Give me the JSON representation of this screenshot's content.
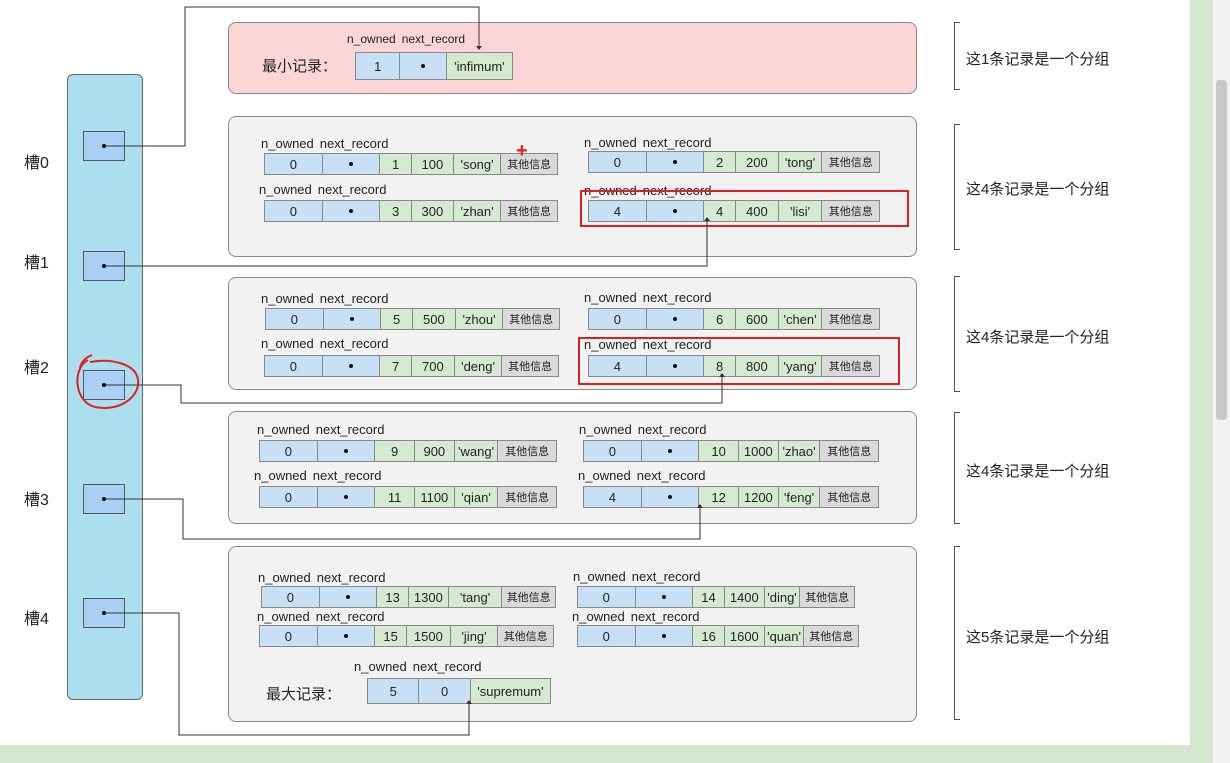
{
  "slots": [
    {
      "label": "槽0"
    },
    {
      "label": "槽1"
    },
    {
      "label": "槽2"
    },
    {
      "label": "槽3"
    },
    {
      "label": "槽4"
    }
  ],
  "field_labels": {
    "n_owned": "n_owned",
    "next_record": "next_record",
    "other_info": "其他信息"
  },
  "min_record": {
    "label": "最小记录：",
    "n_owned": "1",
    "name": "'infimum'"
  },
  "max_record": {
    "label": "最大记录：",
    "n_owned": "5",
    "next": "0",
    "name": "'supremum'"
  },
  "records": [
    {
      "n_owned": "0",
      "id": "1",
      "value": "100",
      "name": "'song'"
    },
    {
      "n_owned": "0",
      "id": "2",
      "value": "200",
      "name": "'tong'"
    },
    {
      "n_owned": "0",
      "id": "3",
      "value": "300",
      "name": "'zhan'"
    },
    {
      "n_owned": "4",
      "id": "4",
      "value": "400",
      "name": "'lisi'"
    },
    {
      "n_owned": "0",
      "id": "5",
      "value": "500",
      "name": "'zhou'"
    },
    {
      "n_owned": "0",
      "id": "6",
      "value": "600",
      "name": "'chen'"
    },
    {
      "n_owned": "0",
      "id": "7",
      "value": "700",
      "name": "'deng'"
    },
    {
      "n_owned": "4",
      "id": "8",
      "value": "800",
      "name": "'yang'"
    },
    {
      "n_owned": "0",
      "id": "9",
      "value": "900",
      "name": "'wang'"
    },
    {
      "n_owned": "0",
      "id": "10",
      "value": "1000",
      "name": "'zhao'"
    },
    {
      "n_owned": "0",
      "id": "11",
      "value": "1100",
      "name": "'qian'"
    },
    {
      "n_owned": "4",
      "id": "12",
      "value": "1200",
      "name": "'feng'"
    },
    {
      "n_owned": "0",
      "id": "13",
      "value": "1300",
      "name": "'tang'"
    },
    {
      "n_owned": "0",
      "id": "14",
      "value": "1400",
      "name": "'ding'"
    },
    {
      "n_owned": "0",
      "id": "15",
      "value": "1500",
      "name": "'jing'"
    },
    {
      "n_owned": "0",
      "id": "16",
      "value": "1600",
      "name": "'quan'"
    }
  ],
  "group_labels": [
    "这1条记录是一个分组",
    "这4条记录是一个分组",
    "这4条记录是一个分组",
    "这4条记录是一个分组",
    "这5条记录是一个分组"
  ],
  "colors": {
    "slot_column": "#abdfef",
    "pointer_cell": "#c7e0f6",
    "data_cell": "#d4ebd2",
    "min_record_bg": "#fcd6d6",
    "highlight": "#e02020"
  }
}
